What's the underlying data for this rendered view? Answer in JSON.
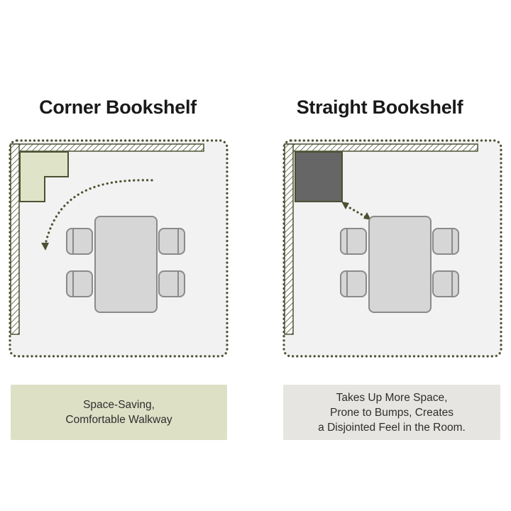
{
  "panels": [
    {
      "title": "Corner Bookshelf",
      "caption_lines": [
        "Space-Saving,",
        "Comfortable Walkway"
      ],
      "bookshelf_color": "#dfe4c8",
      "caption_bg": "#dde0c5"
    },
    {
      "title": "Straight Bookshelf",
      "caption_lines": [
        "Takes Up More Space,",
        "Prone to Bumps, Creates",
        "a Disjointed Feel in the Room."
      ],
      "bookshelf_color": "#666666",
      "caption_bg": "#e6e5e1"
    }
  ],
  "colors": {
    "room_border": "#4a5232",
    "room_fill": "#f2f2f2",
    "furniture_fill": "#d6d6d6",
    "furniture_stroke": "#8a8a8a",
    "wall_hatch": "#4a5232"
  }
}
